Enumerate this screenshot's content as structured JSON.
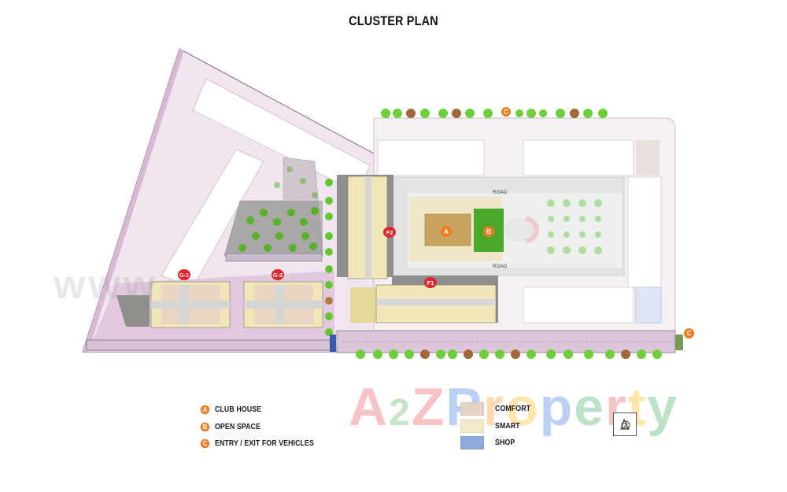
{
  "title": "CLUSTER PLAN",
  "plan": {
    "buildings": [
      {
        "id": "G1",
        "label": "G-1",
        "type": "comfort/smart"
      },
      {
        "id": "G2",
        "label": "G-2",
        "type": "comfort/smart"
      },
      {
        "id": "F1",
        "label": "F1",
        "type": "comfort/smart"
      },
      {
        "id": "F2",
        "label": "F2",
        "type": "comfort/smart"
      }
    ],
    "amenity_markers": {
      "a": "A",
      "b": "B",
      "c_top": "C",
      "c_right": "C"
    },
    "road_labels": [
      "ROAD",
      "ROAD"
    ]
  },
  "legend": {
    "markers": [
      {
        "letter": "A",
        "label": "CLUB HOUSE"
      },
      {
        "letter": "B",
        "label": "OPEN SPACE"
      },
      {
        "letter": "C",
        "label": "ENTRY / EXIT FOR VEHICLES"
      }
    ],
    "unit_types": [
      {
        "label": "COMFORT",
        "color": "#e3d3c3"
      },
      {
        "label": "SMART",
        "color": "#f2ebc8"
      },
      {
        "label": "SHOP",
        "color": "#8fa9dc"
      }
    ]
  },
  "colors": {
    "marker_orange": "#ef7b22",
    "building_red": "#e0262a",
    "site_pink": "#e8d8e6",
    "site_light": "#f3ecf2",
    "tree_green": "#6fcf3a"
  },
  "watermark": {
    "logo_parts": [
      "A",
      "2",
      "Z",
      " ",
      "P",
      "r",
      "o",
      "p",
      "e",
      "r",
      "t",
      "y"
    ],
    "www": "www"
  }
}
